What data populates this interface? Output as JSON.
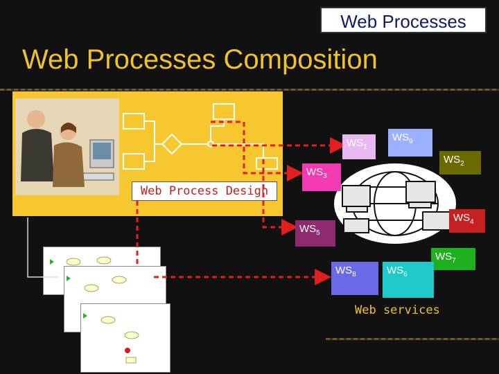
{
  "header": {
    "badge": "Web Processes",
    "title": "Web Processes Composition"
  },
  "design": {
    "label": "Web Process Design"
  },
  "services": {
    "label": "Web services",
    "nodes": [
      {
        "id": "ws1",
        "main": "WS",
        "sub": "1",
        "color": "#e8b8f0",
        "text": "#ffffff"
      },
      {
        "id": "ws9",
        "main": "WS",
        "sub": "9",
        "color": "#9bb0ff",
        "text": "#ffffff"
      },
      {
        "id": "ws2",
        "main": "WS",
        "sub": "2",
        "color": "#6a6a00",
        "text": "#ffffff"
      },
      {
        "id": "ws3",
        "main": "WS",
        "sub": "3",
        "color": "#f23bb0",
        "text": "#ffffff"
      },
      {
        "id": "ws4",
        "main": "WS",
        "sub": "4",
        "color": "#c72020",
        "text": "#ffffff"
      },
      {
        "id": "ws5",
        "main": "WS",
        "sub": "5",
        "color": "#8e2a6e",
        "text": "#ffffff"
      },
      {
        "id": "ws7",
        "main": "WS",
        "sub": "7",
        "color": "#1fb01f",
        "text": "#ffffff"
      },
      {
        "id": "ws8",
        "main": "WS",
        "sub": "8",
        "color": "#6a6ae8",
        "text": "#ffffff"
      },
      {
        "id": "ws6",
        "main": "WS",
        "sub": "6",
        "color": "#1fc9c9",
        "text": "#ffffff"
      }
    ]
  },
  "colors": {
    "arrow": "#e01f1f",
    "panel": "#f7c72f",
    "accent": "#f0c22c"
  }
}
